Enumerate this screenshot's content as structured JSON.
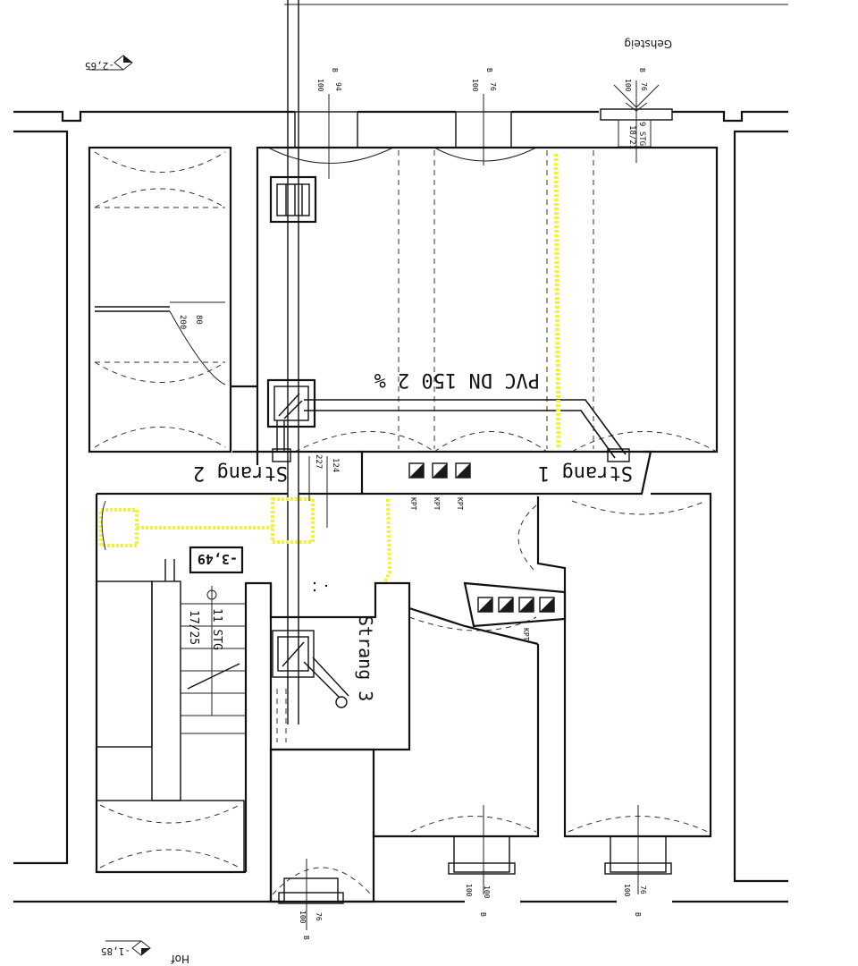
{
  "labels": {
    "gehsteig": "Gehsteig",
    "hof": "Hof",
    "level_top": "-2,65",
    "level_bottom": "-1,85",
    "level_box": "-3,49",
    "pipe": "PVC DN 150 2 %",
    "strang1": "Strang 1",
    "strang2": "Strang 2",
    "strang3": "Strang 3",
    "stairs_top_steps": "9 STG",
    "stairs_top_dims": "18/21",
    "stairs_main_steps": "11 STG",
    "stairs_main_dims": "17/25",
    "door_80": "80",
    "door_200": "200",
    "dim_124": "124",
    "dim_227": "227",
    "kpt": "KPT"
  },
  "windows": {
    "top_left": [
      "B",
      "100",
      "94"
    ],
    "top_mid": [
      "B",
      "100",
      "76"
    ],
    "top_right": [
      "B",
      "100",
      "76"
    ],
    "bottom_mid": [
      "B",
      "100",
      "100"
    ],
    "bottom_right": [
      "B",
      "100",
      "76"
    ],
    "bottom_left": [
      "B",
      "100",
      "76"
    ]
  },
  "colors": {
    "line": "#111111",
    "highlight": "#f2f23a"
  }
}
